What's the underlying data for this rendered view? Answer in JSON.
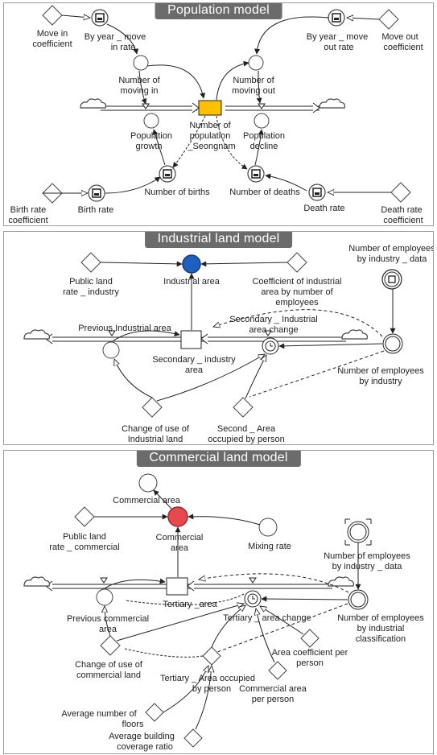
{
  "population": {
    "title": "Population model",
    "labels": {
      "move_in_coef": [
        "Move in",
        "coefficient"
      ],
      "by_year_move_in": [
        "By year _ move",
        "in rate"
      ],
      "num_moving_in": [
        "Number of",
        "moving in"
      ],
      "pop_growth": [
        "Population",
        "growth"
      ],
      "num_population": [
        "Number of",
        "population",
        "_Seongnam"
      ],
      "num_moving_out": [
        "Number of",
        "moving out"
      ],
      "pop_decline": [
        "Population",
        "decline"
      ],
      "by_year_move_out": [
        "By year _ move",
        "out rate"
      ],
      "move_out_coef": [
        "Move out",
        "coefficient"
      ],
      "birth_rate_coef": [
        "Birth rate",
        "coefficient"
      ],
      "birth_rate": [
        "Birth rate"
      ],
      "num_births": [
        "Number of births"
      ],
      "num_deaths": [
        "Number of deaths"
      ],
      "death_rate": [
        "Death rate"
      ],
      "death_rate_coef": [
        "Death rate",
        "coefficient"
      ]
    }
  },
  "industrial": {
    "title": "Industrial land model",
    "labels": {
      "public_land_rate": [
        "Public land",
        "rate _ industry"
      ],
      "industrial_area": [
        "Industrial area"
      ],
      "coef_industrial": [
        "Coefficient of industrial",
        "area by number of",
        "employees"
      ],
      "employees_data": [
        "Number of employees",
        "by industry _ data"
      ],
      "previous_industrial": [
        "Previous Industrial area"
      ],
      "secondary_change": [
        "Secondary _ Industrial",
        "area change"
      ],
      "secondary_industry_area": [
        "Secondary _ industry",
        "area"
      ],
      "employees_by_industry": [
        "Number of employees",
        "by industry"
      ],
      "change_of_use": [
        "Change of use of",
        "Industrial land"
      ],
      "second_area_person": [
        "Second _ Area",
        "occupied by person"
      ]
    }
  },
  "commercial": {
    "title": "Commercial land model",
    "labels": {
      "commercial_area_top": [
        "Commercial area"
      ],
      "public_land_rate": [
        "Public land",
        "rate _ commercial"
      ],
      "commercial_area": [
        "Commercial",
        "area"
      ],
      "mixing_rate": [
        "Mixing rate"
      ],
      "employees_data": [
        "Number of employees",
        "by industry _ data"
      ],
      "tertiary_area": [
        "Tertiary _area"
      ],
      "tertiary_change": [
        "Tertiary _ area change"
      ],
      "employees_classification": [
        "Number of employees",
        "by industrial",
        "classification"
      ],
      "previous_commercial": [
        "Previous commercial",
        "area"
      ],
      "area_coef_person": [
        "Area coefficient per",
        "person"
      ],
      "change_of_use": [
        "Change of use of",
        "commercial land"
      ],
      "tertiary_area_person": [
        "Tertiary _ Area occupied",
        "by person"
      ],
      "commercial_area_person": [
        "Commercial area",
        "per person"
      ],
      "avg_floors": [
        "Average number of",
        "floors"
      ],
      "avg_coverage": [
        "Average building",
        "coverage ratio"
      ]
    }
  },
  "colors": {
    "stock_population": "#ffc000",
    "stock_industrial": "#1f5fbf",
    "stock_commercial": "#e8494f",
    "title_bg": "#6b6b6b"
  }
}
